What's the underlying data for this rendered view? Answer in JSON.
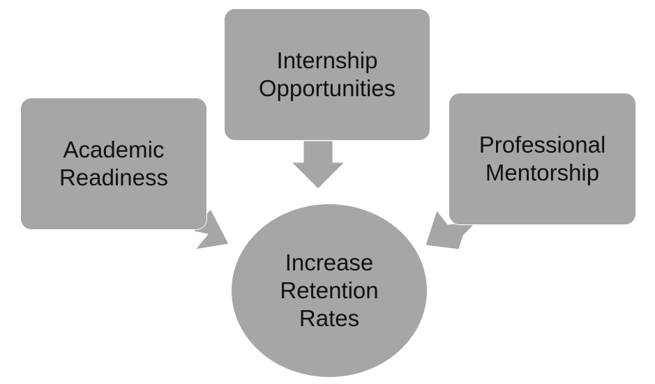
{
  "nodes": {
    "academic": {
      "lines": [
        "Academic",
        "Readiness"
      ]
    },
    "internship": {
      "lines": [
        "Internship",
        "Opportunities"
      ]
    },
    "mentorship": {
      "lines": [
        "Professional",
        "Mentorship"
      ]
    },
    "goal": {
      "lines": [
        "Increase",
        "Retention",
        "Rates"
      ]
    }
  },
  "colors": {
    "shape_fill": "#a6a6a6",
    "text": "#111111",
    "background": "#ffffff"
  }
}
